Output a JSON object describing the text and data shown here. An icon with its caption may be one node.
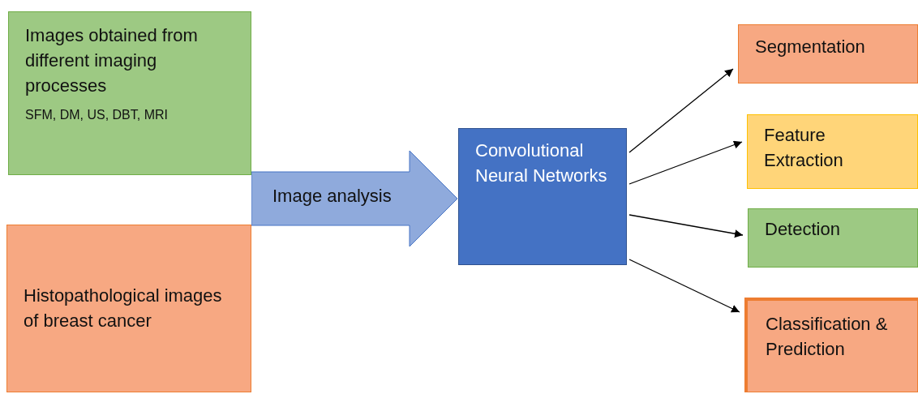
{
  "diagram": {
    "nodes": [
      {
        "text": [
          "Images obtained from different imaging processes",
          "SFM, DM, US, DBT, MRI"
        ]
      },
      {
        "text": [
          "Histopathological images of breast cancer"
        ]
      },
      {
        "text": [
          "Image analysis"
        ]
      },
      {
        "text": [
          "Convolutional Neural Networks"
        ]
      },
      {
        "text": [
          "Segmentation"
        ]
      },
      {
        "text": [
          "Feature Extraction"
        ]
      },
      {
        "text": [
          "Detection"
        ]
      },
      {
        "text": [
          "Classification & Prediction"
        ]
      }
    ],
    "edges": [
      {
        "from": 3,
        "to": 4,
        "arrow": "to"
      },
      {
        "from": 3,
        "to": 5,
        "arrow": "to"
      },
      {
        "from": 3,
        "to": 6,
        "arrow": "to"
      },
      {
        "from": 3,
        "to": 7,
        "arrow": "to"
      }
    ]
  }
}
